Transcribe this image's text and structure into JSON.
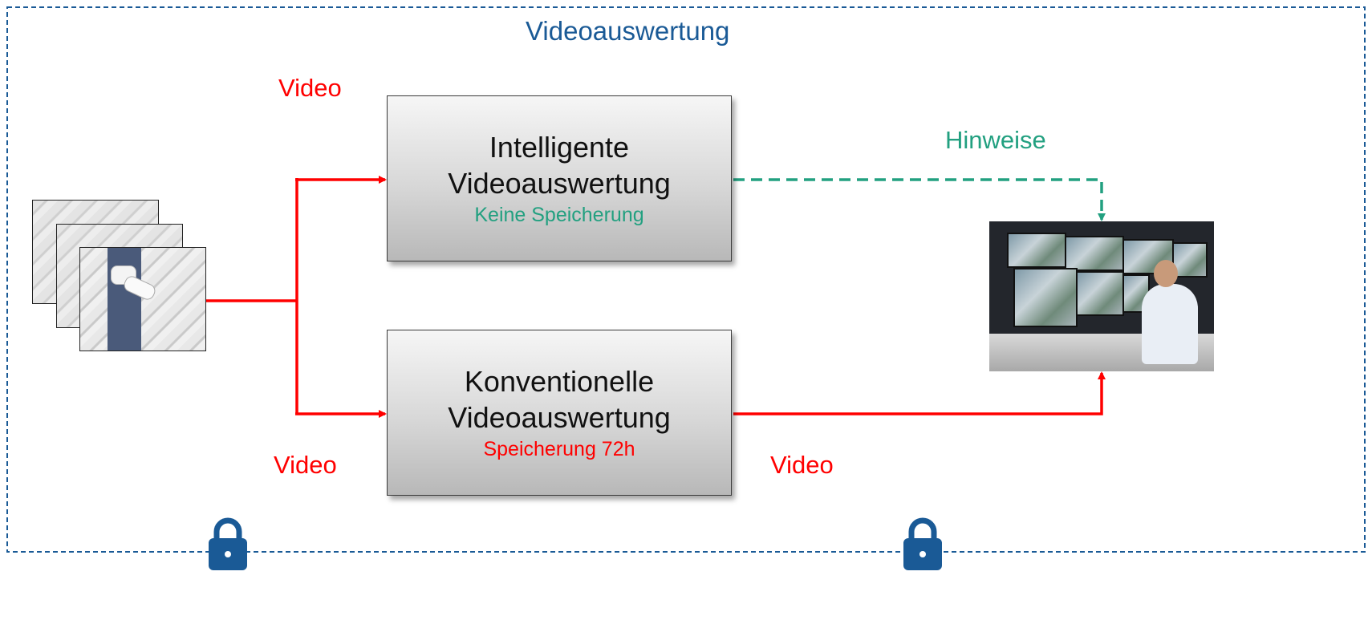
{
  "title": "Videoauswertung",
  "labels": {
    "video_top": "Video",
    "video_bottom_left": "Video",
    "video_bottom_right": "Video",
    "hints": "Hinweise"
  },
  "boxes": {
    "intelligent": {
      "title_line1": "Intelligente",
      "title_line2": "Videoauswertung",
      "subtitle": "Keine Speicherung"
    },
    "conventional": {
      "title_line1": "Konventionelle",
      "title_line2": "Videoauswertung",
      "subtitle": "Speicherung 72h"
    }
  },
  "colors": {
    "frame_border": "#1a5a96",
    "video_flow": "#ff0000",
    "hints_flow": "#22a080",
    "lock": "#1a5a96"
  },
  "icons": {
    "source": "surveillance-camera-images",
    "destination": "control-room-photo",
    "security": "padlock-icon"
  }
}
